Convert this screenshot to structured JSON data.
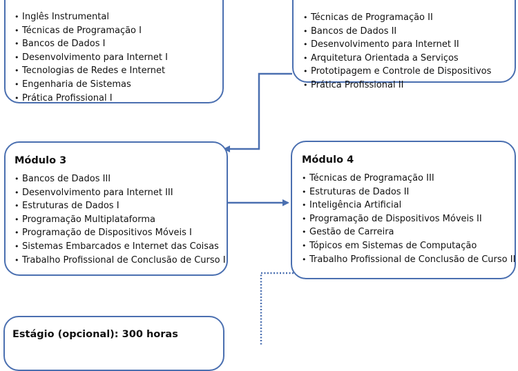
{
  "modules": [
    {
      "title": "",
      "items": [
        "Inglês Instrumental",
        "Técnicas de Programação I",
        "Bancos de Dados I",
        "Desenvolvimento para Internet I",
        "Tecnologias de Redes e Internet",
        "Engenharia de Sistemas",
        "Prática Profissional I"
      ]
    },
    {
      "title": "",
      "items": [
        "Técnicas de Programação II",
        "Bancos de Dados II",
        "Desenvolvimento para Internet II",
        "Arquitetura Orientada a Serviços",
        "Prototipagem e Controle de Dispositivos",
        "Prática Profissional II"
      ]
    },
    {
      "title": "Módulo 3",
      "items": [
        "Bancos de Dados III",
        "Desenvolvimento para Internet III",
        "Estruturas de Dados I",
        "Programação Multiplataforma",
        "Programação de Dispositivos Móveis I",
        "Sistemas Embarcados e Internet das Coisas",
        "Trabalho Profissional de Conclusão de Curso I"
      ]
    },
    {
      "title": "Módulo 4",
      "items": [
        "Técnicas de Programação III",
        "Estruturas de Dados II",
        "Inteligência Artificial",
        "Programação de Dispositivos Móveis II",
        "Gestão de Carreira",
        "Tópicos em Sistemas de Computação",
        "Trabalho Profissional de Conclusão de Curso II"
      ]
    }
  ],
  "internship": {
    "title": "Estágio (opcional): 300 horas"
  },
  "colors": {
    "accent": "#4a6fb0"
  }
}
